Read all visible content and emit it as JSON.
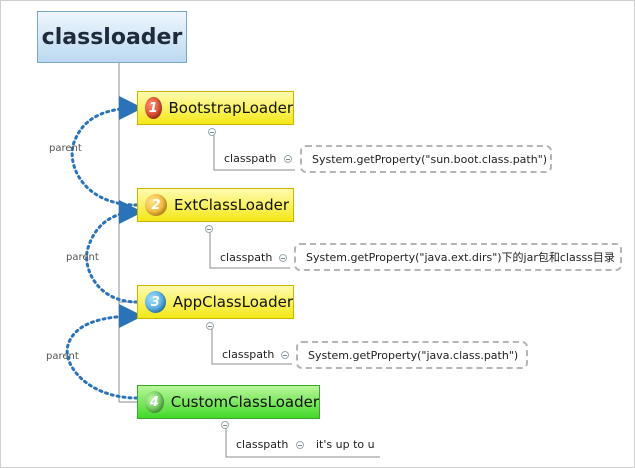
{
  "root": {
    "label": "classloader"
  },
  "nodes": [
    {
      "label": "BootstrapLoader",
      "badge": "1",
      "classpath_label": "classpath",
      "classpath_value": "System.getProperty(\"sun.boot.class.path\")"
    },
    {
      "label": "ExtClassLoader",
      "badge": "2",
      "classpath_label": "classpath",
      "classpath_value": "System.getProperty(\"java.ext.dirs\")下的jar包和classs目录"
    },
    {
      "label": "AppClassLoader",
      "badge": "3",
      "classpath_label": "classpath",
      "classpath_value": "System.getProperty(\"java.class.path\")"
    },
    {
      "label": "CustomClassLoader",
      "badge": "4",
      "classpath_label": "classpath",
      "classpath_value": "it's up to u"
    }
  ],
  "parent_links": [
    {
      "label": "parent"
    },
    {
      "label": "parent"
    },
    {
      "label": "parent"
    }
  ],
  "colors": {
    "root_fill": "#bcd9f1",
    "node_fill": "#f4e818",
    "custom_node_fill": "#43d92a",
    "parent_arrow": "#2a73b8"
  }
}
